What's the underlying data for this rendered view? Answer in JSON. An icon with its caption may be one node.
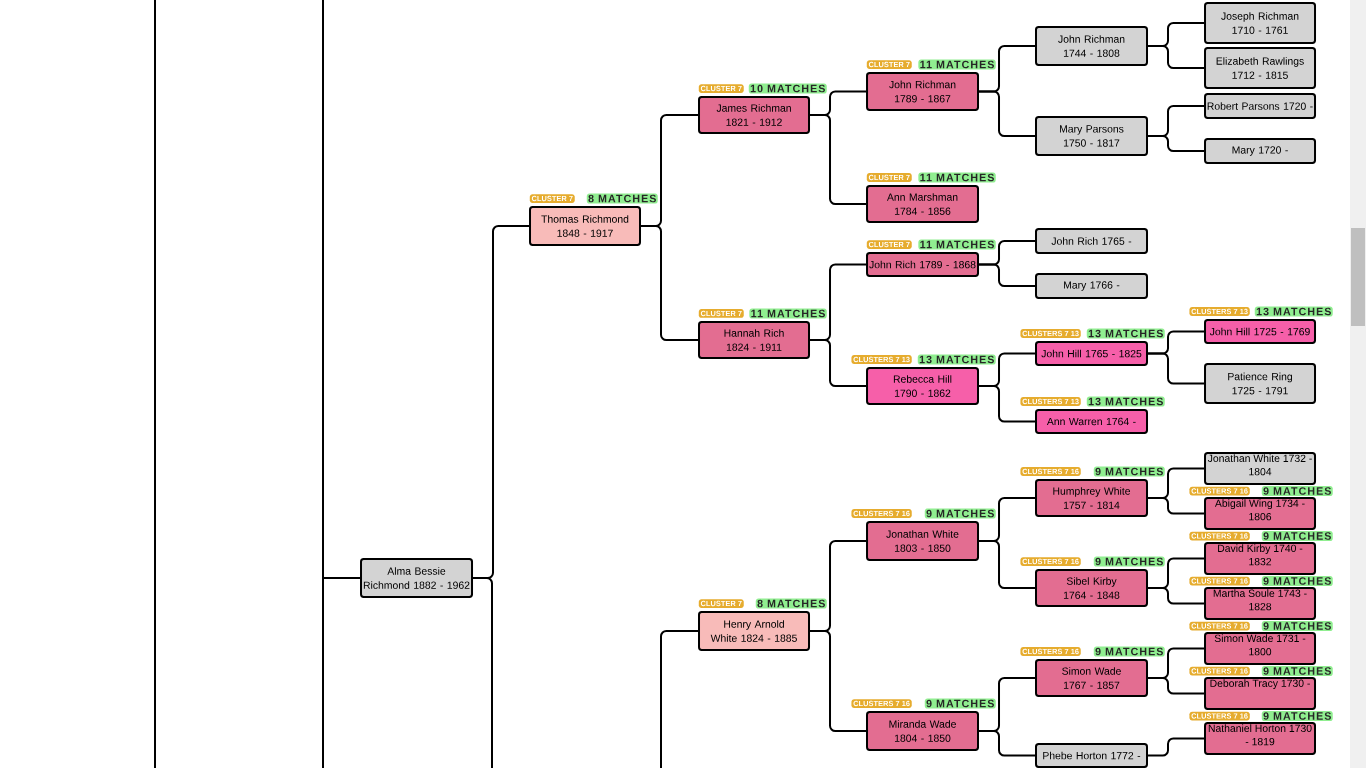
{
  "diagram": {
    "nodes": [
      {
        "text": [
          "Alma Bessie Richmond 1882 - 1962"
        ]
      },
      {
        "text": [
          "Thomas Richmond 1848 - 1917"
        ],
        "beside": [
          "CLUSTER 7",
          "8 MATCHES"
        ]
      },
      {
        "text": [
          "Henry Arnold White 1824 - 1885"
        ],
        "beside": [
          "CLUSTER 7",
          "8 MATCHES"
        ]
      },
      {
        "text": [
          "James Richman 1821 - 1912"
        ],
        "beside": [
          "CLUSTER 7",
          "10 MATCHES"
        ]
      },
      {
        "text": [
          "Hannah Rich 1824 - 1911"
        ],
        "beside": [
          "CLUSTER 7",
          "11 MATCHES"
        ]
      },
      {
        "text": [
          "Jonathan White 1803 - 1850"
        ],
        "beside": [
          "CLUSTERS 7 16",
          "9 MATCHES"
        ]
      },
      {
        "text": [
          "Miranda Wade 1804 - 1850"
        ],
        "beside": [
          "CLUSTERS 7 16",
          "9 MATCHES"
        ]
      },
      {
        "text": [
          "John Richman 1789 - 1867"
        ],
        "beside": [
          "CLUSTER 7",
          "11 MATCHES"
        ]
      },
      {
        "text": [
          "Ann Marshman 1784 - 1856"
        ],
        "beside": [
          "CLUSTER 7",
          "11 MATCHES"
        ]
      },
      {
        "text": [
          "John Rich 1789 - 1868"
        ],
        "beside": [
          "CLUSTER 7",
          "11 MATCHES"
        ]
      },
      {
        "text": [
          "Rebecca Hill 1790 - 1862"
        ],
        "beside": [
          "CLUSTERS 7 13",
          "13 MATCHES"
        ]
      },
      {
        "text": [
          "Humphrey White 1757 - 1814"
        ],
        "beside": [
          "CLUSTERS 7 16",
          "9 MATCHES"
        ]
      },
      {
        "text": [
          "Sibel Kirby 1764 - 1848"
        ],
        "beside": [
          "CLUSTERS 7 16",
          "9 MATCHES"
        ]
      },
      {
        "text": [
          "Simon Wade 1767 - 1857"
        ],
        "beside": [
          "CLUSTERS 7 16",
          "9 MATCHES"
        ]
      },
      {
        "text": [
          "Phebe Horton 1772 -"
        ]
      },
      {
        "text": [
          "John Richman 1744 - 1808"
        ]
      },
      {
        "text": [
          "Mary Parsons 1750 - 1817"
        ]
      },
      {
        "text": [
          "John Rich 1765 -"
        ]
      },
      {
        "text": [
          "Mary 1766 -"
        ]
      },
      {
        "text": [
          "John Hill 1765 - 1825"
        ],
        "beside": [
          "CLUSTERS 7 13",
          "13 MATCHES"
        ]
      },
      {
        "text": [
          "Ann Warren 1764 -"
        ],
        "beside": [
          "CLUSTERS 7 13",
          "13 MATCHES"
        ]
      },
      {
        "text": [
          "Joseph Richman 1710 - 1761"
        ]
      },
      {
        "text": [
          "Elizabeth Rawlings 1712 - 1815"
        ]
      },
      {
        "text": [
          "Robert Parsons 1720 -"
        ]
      },
      {
        "text": [
          "Mary 1720 -"
        ]
      },
      {
        "text": [
          "John Hill 1725 - 1769"
        ],
        "beside": [
          "CLUSTERS 7 13",
          "13 MATCHES"
        ]
      },
      {
        "text": [
          "Patience Ring 1725 - 1791"
        ]
      },
      {
        "text": [
          "Jonathan White 1732 - 1804"
        ]
      },
      {
        "text": [
          "Abigail Wing 1734 - 1806"
        ],
        "beside": [
          "CLUSTERS 7 16",
          "9 MATCHES"
        ]
      },
      {
        "text": [
          "David Kirby 1740 - 1832"
        ],
        "beside": [
          "CLUSTERS 7 16",
          "9 MATCHES"
        ]
      },
      {
        "text": [
          "Martha Soule 1743 - 1828"
        ],
        "beside": [
          "CLUSTERS 7 16",
          "9 MATCHES"
        ]
      },
      {
        "text": [
          "Simon Wade 1731 - 1800"
        ],
        "beside": [
          "CLUSTERS 7 16",
          "9 MATCHES"
        ]
      },
      {
        "text": [
          "Deborah Tracy 1730 -"
        ],
        "beside": [
          "CLUSTERS 7 16",
          "9 MATCHES"
        ]
      },
      {
        "text": [
          "Nathaniel Horton 1730 - 1819"
        ],
        "beside": [
          "CLUSTERS 7 16",
          "9 MATCHES"
        ]
      }
    ],
    "edges": [
      {
        "from": null,
        "to": 0,
        "arrow": "none"
      },
      {
        "from": 0,
        "to": 1,
        "arrow": "none"
      },
      {
        "from": 0,
        "to": null,
        "arrow": "none"
      },
      {
        "from": 1,
        "to": 3,
        "arrow": "none"
      },
      {
        "from": 1,
        "to": 4,
        "arrow": "none"
      },
      {
        "from": null,
        "to": 2,
        "arrow": "none"
      },
      {
        "from": 2,
        "to": 5,
        "arrow": "none"
      },
      {
        "from": 2,
        "to": 6,
        "arrow": "none"
      },
      {
        "from": 3,
        "to": 7,
        "arrow": "none"
      },
      {
        "from": 3,
        "to": 8,
        "arrow": "none"
      },
      {
        "from": 4,
        "to": 9,
        "arrow": "none"
      },
      {
        "from": 4,
        "to": 10,
        "arrow": "none"
      },
      {
        "from": 5,
        "to": 11,
        "arrow": "none"
      },
      {
        "from": 5,
        "to": 12,
        "arrow": "none"
      },
      {
        "from": 6,
        "to": 13,
        "arrow": "none"
      },
      {
        "from": 6,
        "to": 14,
        "arrow": "none"
      },
      {
        "from": 7,
        "to": 15,
        "arrow": "none"
      },
      {
        "from": 7,
        "to": 16,
        "arrow": "none"
      },
      {
        "from": 9,
        "to": 17,
        "arrow": "none"
      },
      {
        "from": 9,
        "to": 18,
        "arrow": "none"
      },
      {
        "from": 10,
        "to": 19,
        "arrow": "none"
      },
      {
        "from": 10,
        "to": 20,
        "arrow": "none"
      },
      {
        "from": 11,
        "to": 27,
        "arrow": "none"
      },
      {
        "from": 11,
        "to": 28,
        "arrow": "none"
      },
      {
        "from": 12,
        "to": 29,
        "arrow": "none"
      },
      {
        "from": 12,
        "to": 30,
        "arrow": "none"
      },
      {
        "from": 13,
        "to": 31,
        "arrow": "none"
      },
      {
        "from": 13,
        "to": 32,
        "arrow": "none"
      },
      {
        "from": 14,
        "to": 33,
        "arrow": "none"
      },
      {
        "from": 15,
        "to": 21,
        "arrow": "none"
      },
      {
        "from": 15,
        "to": 22,
        "arrow": "none"
      },
      {
        "from": 16,
        "to": 23,
        "arrow": "none"
      },
      {
        "from": 16,
        "to": 24,
        "arrow": "none"
      },
      {
        "from": 19,
        "to": 25,
        "arrow": "none"
      },
      {
        "from": 19,
        "to": 26,
        "arrow": "none"
      }
    ]
  }
}
